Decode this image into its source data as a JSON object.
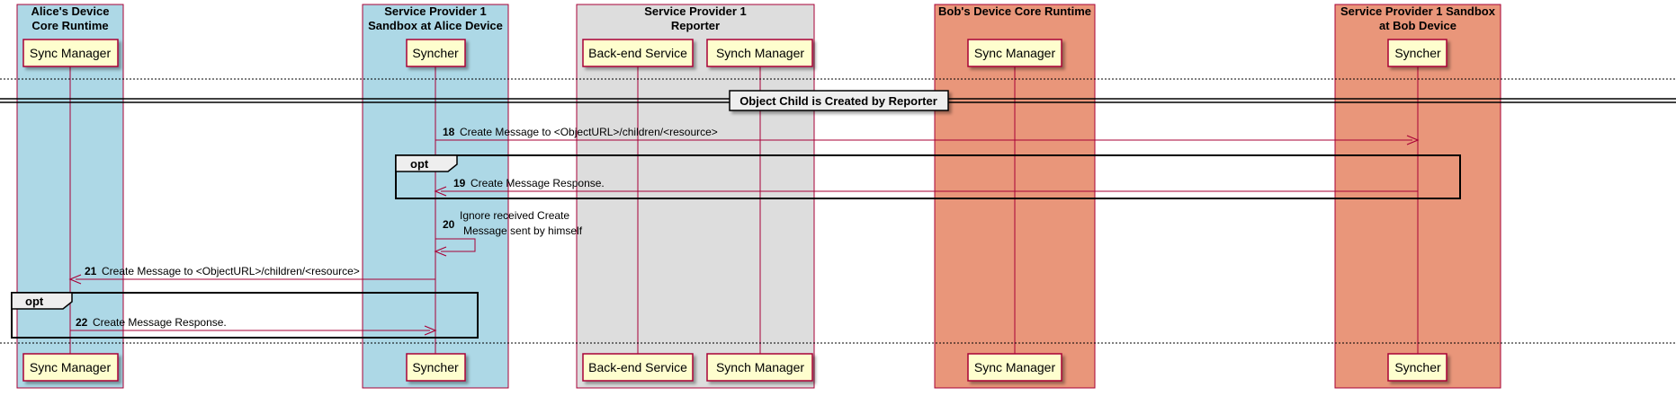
{
  "boxes": [
    {
      "id": "alice",
      "title_lines": [
        "Alice's Device",
        "Core Runtime"
      ],
      "color": "#ADD8E6"
    },
    {
      "id": "sp1a",
      "title_lines": [
        "Service Provider 1",
        "Sandbox at Alice Device"
      ],
      "color": "#ADD8E6"
    },
    {
      "id": "rep",
      "title_lines": [
        "Service Provider 1",
        "Reporter"
      ],
      "color": "#DDDDDD"
    },
    {
      "id": "bob",
      "title_lines": [
        "Bob's Device Core Runtime"
      ],
      "color": "#E9967A"
    },
    {
      "id": "sp1b",
      "title_lines": [
        "Service Provider 1 Sandbox",
        "at Bob Device"
      ],
      "color": "#E9967A"
    }
  ],
  "participants": [
    {
      "id": "p_alice_sync",
      "label": "Sync Manager"
    },
    {
      "id": "p_sp1a_syncher",
      "label": "Syncher"
    },
    {
      "id": "p_backend",
      "label": "Back-end Service"
    },
    {
      "id": "p_rep_synch",
      "label": "Synch Manager"
    },
    {
      "id": "p_bob_sync",
      "label": "Sync Manager"
    },
    {
      "id": "p_sp1b_syncher",
      "label": "Syncher"
    }
  ],
  "divider": {
    "label": "Object Child is Created by Reporter"
  },
  "opt_label": "opt",
  "messages": [
    {
      "num": "18",
      "lines": [
        "Create Message to <ObjectURL>/children/<resource>"
      ]
    },
    {
      "num": "19",
      "lines": [
        "Create Message Response."
      ]
    },
    {
      "num": "20",
      "lines": [
        "Ignore received Create",
        "Message sent by himself"
      ]
    },
    {
      "num": "21",
      "lines": [
        "Create Message to <ObjectURL>/children/<resource>"
      ]
    },
    {
      "num": "22",
      "lines": [
        "Create Message Response."
      ]
    }
  ],
  "colors": {
    "lifeline": "#A80036",
    "participant_fill": "#FEFECE",
    "participant_border": "#A80036",
    "frame": "#000000"
  }
}
